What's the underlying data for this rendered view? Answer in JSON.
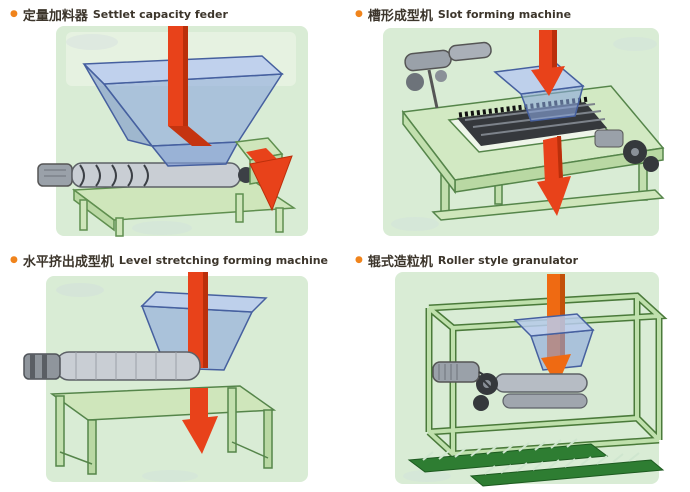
{
  "bullet": "●",
  "panels": [
    {
      "title_cn": "定量加料器",
      "title_en": "Settlet capacity feder"
    },
    {
      "title_cn": "槽形成型机",
      "title_en": "Slot forming machine"
    },
    {
      "title_cn": "水平挤出成型机",
      "title_en": "Level stretching forming machine"
    },
    {
      "title_cn": "辊式造粒机",
      "title_en": "Roller style granulator"
    }
  ],
  "colors": {
    "bullet_orange": "#f0841c",
    "title_text": "#3c352b",
    "panel_wash_green": "#d9ecd5",
    "hopper_blue": "#8aa6de",
    "hopper_rim_blue": "#b9cbee",
    "frame_green": "#cfe6bb",
    "frame_green_dark": "#5f8f4f",
    "arrow_red": "#e8421a",
    "arrow_orange": "#ef6a12",
    "metal_gray": "#c9ced4",
    "dark_metal": "#35383c",
    "rail_green": "#2e7d32"
  }
}
